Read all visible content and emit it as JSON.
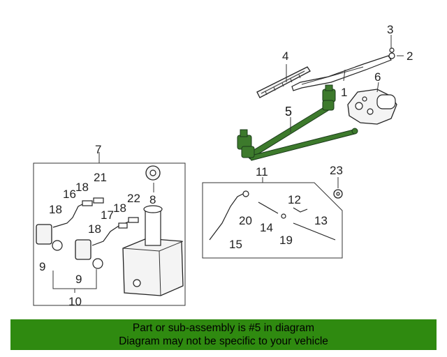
{
  "diagram": {
    "callouts": {
      "c1": "1",
      "c2": "2",
      "c3": "3",
      "c4": "4",
      "c5": "5",
      "c6": "6",
      "c7": "7",
      "c8": "8",
      "c9a": "9",
      "c9b": "9",
      "c10": "10",
      "c11": "11",
      "c12": "12",
      "c13": "13",
      "c14": "14",
      "c15": "15",
      "c16": "16",
      "c17": "17",
      "c18a": "18",
      "c18b": "18",
      "c18c": "18",
      "c18d": "18",
      "c19": "19",
      "c20": "20",
      "c21": "21",
      "c22": "22",
      "c23": "23"
    },
    "highlighted_part": "5",
    "colors": {
      "highlight": "#3d7a2c",
      "banner": "#2f8a10"
    }
  },
  "banner": {
    "line1": "Part or sub-assembly is #5 in diagram",
    "line2": "Diagram may not be specific to your vehicle"
  }
}
